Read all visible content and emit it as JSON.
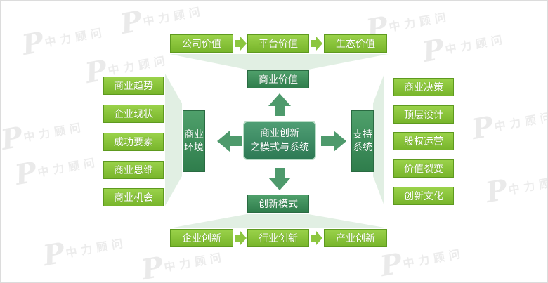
{
  "diagram": {
    "center": {
      "line1": "商业创新",
      "line2": "之模式与系统"
    },
    "top": {
      "title": "商业价值",
      "items": [
        "公司价值",
        "平台价值",
        "生态价值"
      ]
    },
    "bottom": {
      "title": "创新模式",
      "items": [
        "企业创新",
        "行业创新",
        "产业创新"
      ]
    },
    "left": {
      "title_line1": "商业",
      "title_line2": "环境",
      "items": [
        "商业趋势",
        "企业现状",
        "成功要素",
        "商业思维",
        "商业机会"
      ]
    },
    "right": {
      "title_line1": "支持",
      "title_line2": "系统",
      "items": [
        "商业决策",
        "顶层设计",
        "股权运营",
        "价值裂变",
        "创新文化"
      ]
    }
  },
  "colors": {
    "light_green": "#8cc63f",
    "dark_green": "#3a8a5a",
    "arrow": "#4e9a6c",
    "funnel": "#e1efe3"
  },
  "watermark": {
    "text": "中力顾问",
    "letter": "P"
  }
}
